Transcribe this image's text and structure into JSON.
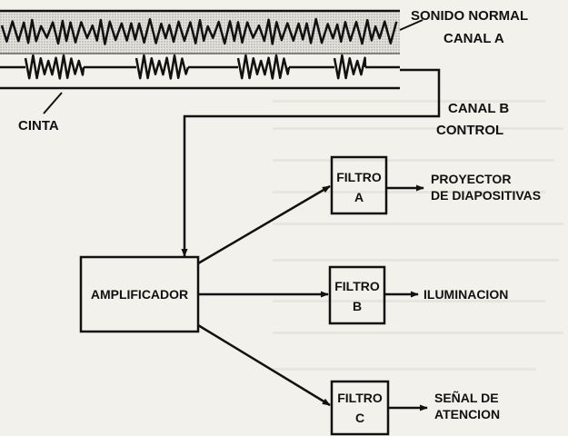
{
  "labels": {
    "sonido_normal": "SONIDO NORMAL",
    "canal_a": "CANAL A",
    "canal_b": "CANAL B",
    "control": "CONTROL",
    "cinta": "CINTA",
    "amplificador": "AMPLIFICADOR",
    "filtro_a_line1": "FILTRO",
    "filtro_a_line2": "A",
    "filtro_b_line1": "FILTRO",
    "filtro_b_line2": "B",
    "filtro_c_line1": "FILTRO",
    "filtro_c_line2": "C",
    "out_a_line1": "PROYECTOR",
    "out_a_line2": "DE DIAPOSITIVAS",
    "out_b": "ILUMINACION",
    "out_c_line1": "SEÑAL DE",
    "out_c_line2": "ATENCION"
  },
  "colors": {
    "ink": "#111111",
    "paper": "#f2f1ec",
    "tape_shade": "#bdbbb4"
  }
}
